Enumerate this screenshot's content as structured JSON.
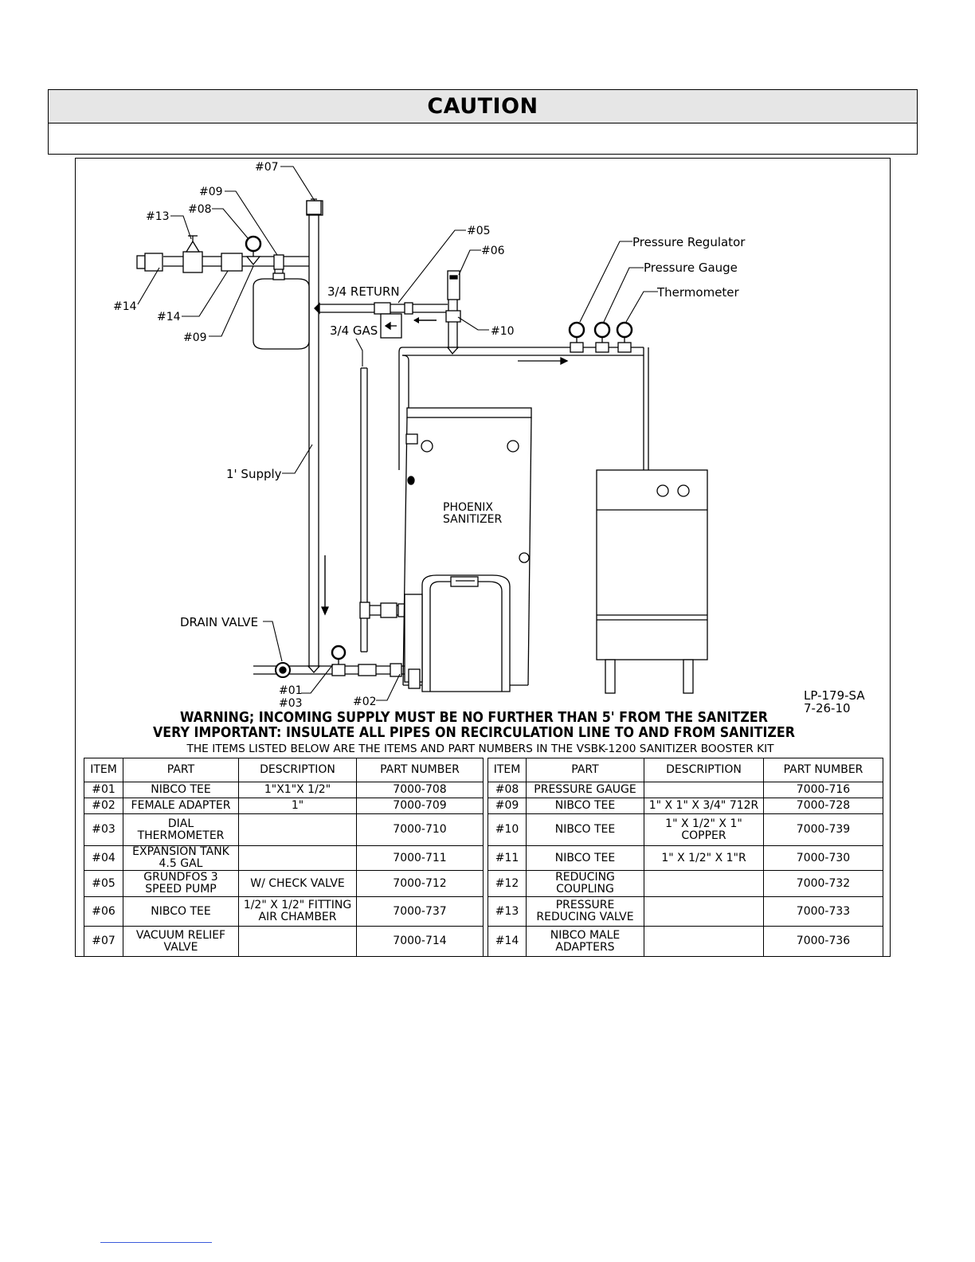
{
  "caution": {
    "title": "CAUTION",
    "body": ""
  },
  "diagram": {
    "callouts": {
      "c07": "#07",
      "c09a": "#09",
      "c13": "#13",
      "c08": "#08",
      "c14a": "#14",
      "c14b": "#14",
      "c09b": "#09",
      "c05": "#05",
      "c06": "#06",
      "c10": "#10",
      "c01": "#01",
      "c03": "#03",
      "c02": "#02"
    },
    "labels": {
      "return": "3/4 RETURN",
      "gas": "3/4 GAS",
      "supply": "1' Supply",
      "drain": "DRAIN VALVE",
      "regulator": "Pressure Regulator",
      "gauge": "Pressure Gauge",
      "thermometer": "Thermometer",
      "sanitizer_line1": "PHOENIX",
      "sanitizer_line2": "SANITIZER",
      "drawing_no": "LP-179-SA",
      "drawing_date": "7-26-10"
    },
    "warning_line1": "WARNING; INCOMING SUPPLY MUST BE NO FURTHER THAN 5' FROM THE SANITZER",
    "warning_line2": "VERY IMPORTANT: INSULATE ALL PIPES ON RECIRCULATION LINE TO AND FROM SANITIZER",
    "kit_note": "THE ITEMS LISTED BELOW ARE THE ITEMS AND PART NUMBERS IN THE VSBK-1200 SANITIZER BOOSTER KIT"
  },
  "table": {
    "headers": [
      "ITEM",
      "PART",
      "DESCRIPTION",
      "PART NUMBER"
    ],
    "rows": [
      {
        "left": {
          "item": "#01",
          "part": "NIBCO TEE",
          "desc": "1\"X1\"X 1/2\"",
          "pn": "7000-708"
        },
        "right": {
          "item": "#08",
          "part": "PRESSURE GAUGE",
          "desc": "",
          "pn": "7000-716"
        }
      },
      {
        "left": {
          "item": "#02",
          "part": "FEMALE ADAPTER",
          "desc": "1\"",
          "pn": "7000-709"
        },
        "right": {
          "item": "#09",
          "part": "NIBCO TEE",
          "desc": "1\" X 1\" X 3/4\" 712R",
          "pn": "7000-728"
        }
      },
      {
        "left": {
          "item": "#03",
          "part": "DIAL THERMOMETER",
          "desc": "",
          "pn": "7000-710"
        },
        "right": {
          "item": "#10",
          "part": "NIBCO TEE",
          "desc": "1\" X 1/2\" X 1\" COPPER",
          "pn": "7000-739"
        }
      },
      {
        "left": {
          "item": "#04",
          "part": "EXPANSION TANK 4.5 GAL",
          "desc": "",
          "pn": "7000-711"
        },
        "right": {
          "item": "#11",
          "part": "NIBCO TEE",
          "desc": "1\" X 1/2\" X 1\"R",
          "pn": "7000-730"
        }
      },
      {
        "left": {
          "item": "#05",
          "part": "GRUNDFOS 3 SPEED PUMP",
          "desc": "W/ CHECK VALVE",
          "pn": "7000-712"
        },
        "right": {
          "item": "#12",
          "part": "REDUCING COUPLING",
          "desc": "",
          "pn": "7000-732"
        }
      },
      {
        "left": {
          "item": "#06",
          "part": "NIBCO TEE",
          "desc": "1/2\" X 1/2\" FITTING AIR CHAMBER",
          "pn": "7000-737"
        },
        "right": {
          "item": "#13",
          "part": "PRESSURE REDUCING VALVE",
          "desc": "",
          "pn": "7000-733"
        }
      },
      {
        "left": {
          "item": "#07",
          "part": "VACUUM RELIEF VALVE",
          "desc": "",
          "pn": "7000-714"
        },
        "right": {
          "item": "#14",
          "part": "NIBCO MALE ADAPTERS",
          "desc": "",
          "pn": "7000-736"
        }
      }
    ]
  }
}
